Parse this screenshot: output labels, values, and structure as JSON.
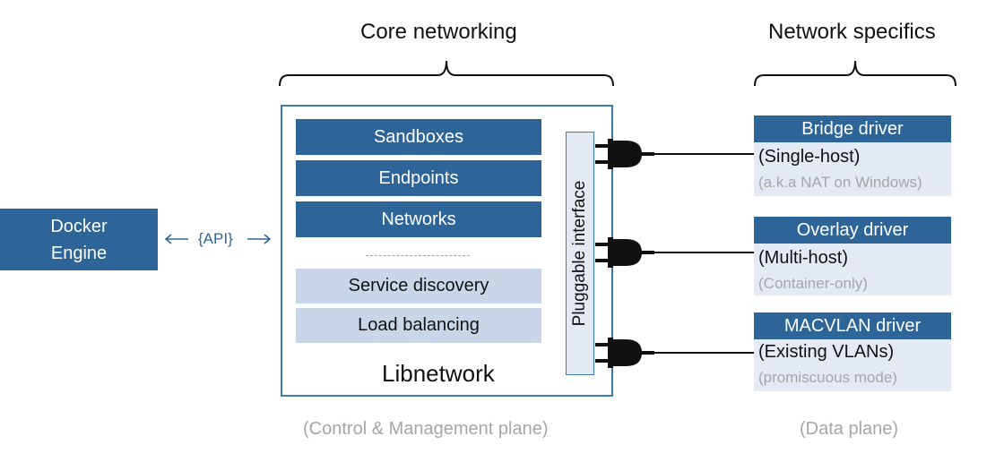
{
  "headings": {
    "core": "Core networking",
    "specifics": "Network specifics"
  },
  "docker": {
    "label_line1": "Docker",
    "label_line2": "Engine"
  },
  "api": {
    "label": "{API}"
  },
  "core_stack": {
    "items": [
      "Sandboxes",
      "Endpoints",
      "Networks"
    ],
    "services": [
      "Service discovery",
      "Load balancing"
    ],
    "name": "Libnetwork",
    "pluggable": "Pluggable interface"
  },
  "drivers": [
    {
      "title": "Bridge driver",
      "sub": "(Single-host)",
      "note": "(a.k.a NAT on Windows)"
    },
    {
      "title": "Overlay driver",
      "sub": "(Multi-host)",
      "note": "(Container-only)"
    },
    {
      "title": "MACVLAN driver",
      "sub": "(Existing VLANs)",
      "note": "(promiscuous mode)"
    }
  ],
  "captions": {
    "control": "(Control & Management plane)",
    "data": "(Data plane)"
  },
  "colors": {
    "dark_blue": "#2e6599",
    "light_blue": "#c9d6ea",
    "outline_blue": "#3d7ab3",
    "caption_gray": "#a6a6a6"
  }
}
